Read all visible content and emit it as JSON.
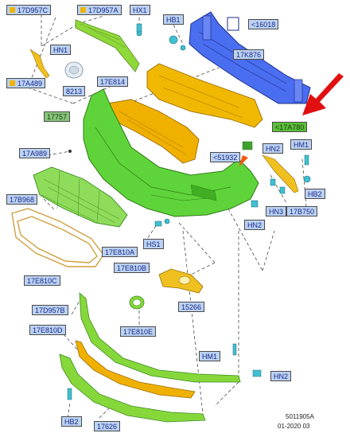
{
  "labels": {
    "l17D957C": "17D957C",
    "l17D957A": "17D957A",
    "lHX1": "HX1",
    "lHB1_top": "HB1",
    "l16018": "<16018",
    "lHN1_top": "HN1",
    "l17K876": "17K876",
    "l17A489": "17A489",
    "l8213": "8213",
    "l17E814": "17E814",
    "l17757": "17757",
    "l17A780": "<17A780",
    "l17A989": "17A989",
    "l51932": "<51932",
    "lHN2_a": "HN2",
    "lHM1_a": "HM1",
    "l17B968": "17B968",
    "lHB2_r": "HB2",
    "lHN3": "HN3",
    "l17B750": "17B750",
    "lHN2_b": "HN2",
    "lHS1": "HS1",
    "l17E810A": "17E810A",
    "l17E810B": "17E810B",
    "l17E810C": "17E810C",
    "l15266": "15266",
    "l17D957B": "17D957B",
    "l17E810E": "17E810E",
    "l17E810D": "17E810D",
    "lHM1_b": "HM1",
    "lHN2_c": "HN2",
    "lHB2_b": "HB2",
    "l17626": "17626"
  },
  "footer": {
    "doc_id": "5011905A",
    "date_code": "01-2020 03"
  },
  "colors": {
    "bumper_green": "#5fd43a",
    "lip_green": "#86d83a",
    "reinforcement_orange": "#f0b000",
    "beam_blue": "#3a5fe0",
    "callout_red": "#e01010",
    "label_blue_bg": "#bcd2f2",
    "label_green_bg": "#86c47a"
  }
}
